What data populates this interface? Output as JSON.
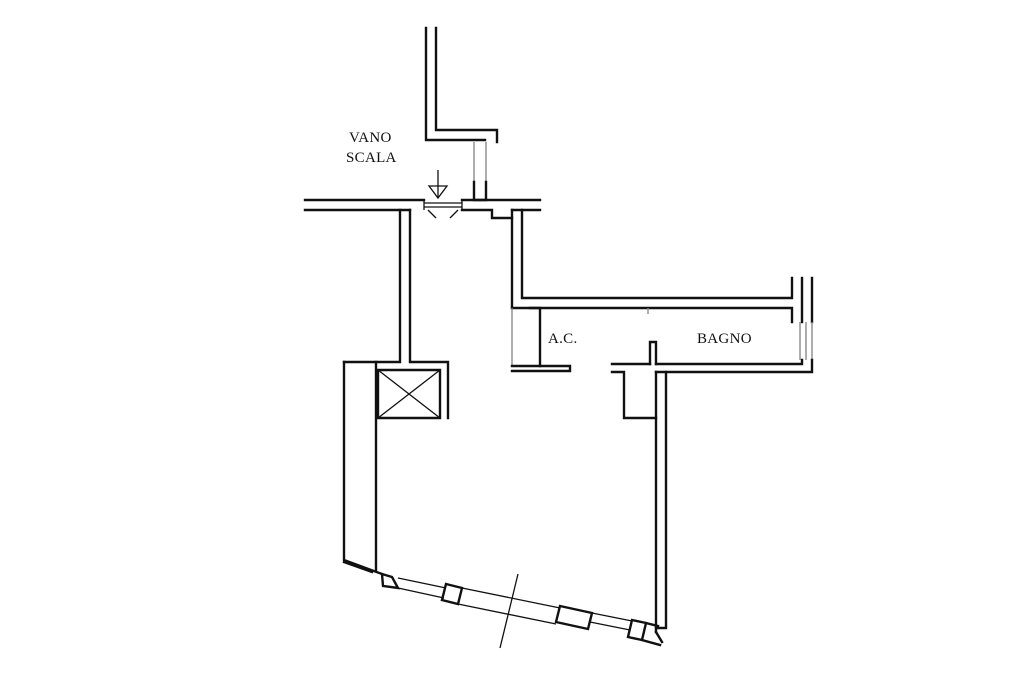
{
  "plan": {
    "rooms": {
      "stair": {
        "line1": "VANO",
        "line2": "SCALA"
      },
      "closet": {
        "label": "A.C."
      },
      "bathroom": {
        "label": "BAGNO"
      }
    }
  }
}
